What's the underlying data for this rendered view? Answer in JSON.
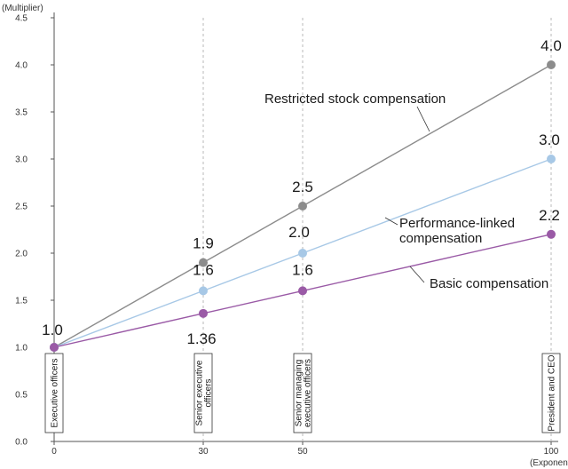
{
  "chart_data": {
    "type": "line",
    "y_unit_label": "(Multiplier)",
    "x_unit_label": "(Exponent)",
    "xlim": [
      0,
      100
    ],
    "ylim": [
      0.0,
      4.5
    ],
    "x_ticks": [
      "0",
      "30",
      "50",
      "100"
    ],
    "y_ticks": [
      "0.0",
      "0.5",
      "1.0",
      "1.5",
      "2.0",
      "2.5",
      "3.0",
      "3.5",
      "4.0",
      "4.5"
    ],
    "categories": [
      {
        "x": 0,
        "label": "Executive officers"
      },
      {
        "x": 30,
        "label": "Senior executive officers"
      },
      {
        "x": 50,
        "label": "Senior managing executive officers"
      },
      {
        "x": 100,
        "label": "President and CEO"
      }
    ],
    "series": [
      {
        "name": "Restricted stock compensation",
        "color": "#8c8c8c",
        "points": [
          {
            "x": 0,
            "y": 1.0,
            "label": "1.0"
          },
          {
            "x": 30,
            "y": 1.9,
            "label": "1.9"
          },
          {
            "x": 50,
            "y": 2.5,
            "label": "2.5"
          },
          {
            "x": 100,
            "y": 4.0,
            "label": "4.0"
          }
        ]
      },
      {
        "name": "Performance-linked compensation",
        "color": "#a7c8e6",
        "points": [
          {
            "x": 0,
            "y": 1.0,
            "label": ""
          },
          {
            "x": 30,
            "y": 1.6,
            "label": "1.6"
          },
          {
            "x": 50,
            "y": 2.0,
            "label": "2.0"
          },
          {
            "x": 100,
            "y": 3.0,
            "label": "3.0"
          }
        ]
      },
      {
        "name": "Basic compensation",
        "color": "#9a5aa6",
        "points": [
          {
            "x": 0,
            "y": 1.0,
            "label": ""
          },
          {
            "x": 30,
            "y": 1.36,
            "label": "1.36"
          },
          {
            "x": 50,
            "y": 1.6,
            "label": "1.6"
          },
          {
            "x": 100,
            "y": 2.2,
            "label": "2.2"
          }
        ]
      }
    ],
    "grid": false
  }
}
